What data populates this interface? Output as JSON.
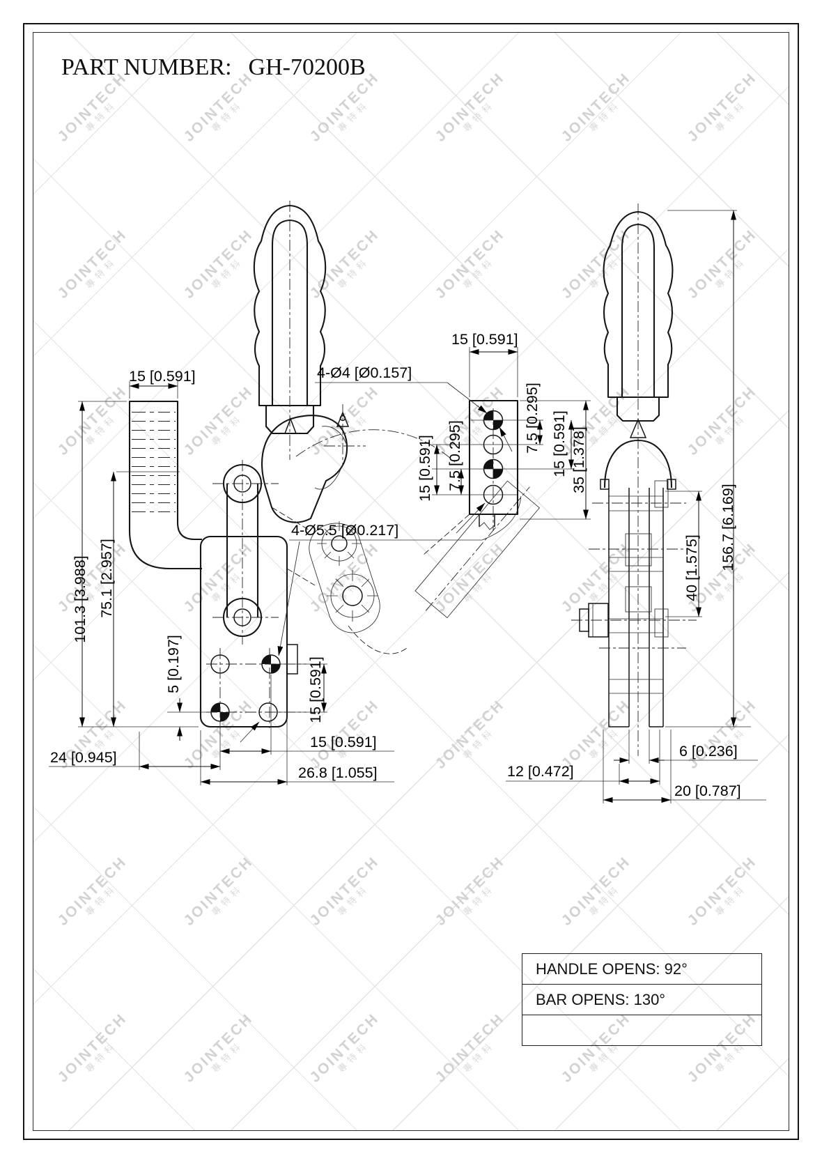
{
  "title": {
    "label": "PART NUMBER:",
    "value": "GH-70200B"
  },
  "watermark": {
    "text": "JOINTECH",
    "subtext": "專特科"
  },
  "drawing": {
    "front_view": {
      "dim_bar_width": "15 [0.591]",
      "dim_total_height": "101.3 [3.988]",
      "dim_pivot_height": "75.1 [2.957]",
      "dim_base_edge": "5 [0.197]",
      "dim_hole_spacing_v": "15 [0.591]",
      "dim_hole_spacing_h": "15 [0.591]",
      "dim_hole_offset": "24 [0.945]",
      "dim_base_width": "26.8 [1.055]",
      "label_mounting_holes": "4-Ø5.5 [Ø0.217]"
    },
    "detail_view": {
      "label_bar_holes": "4-Ø4 [Ø0.157]",
      "dim_bar_width": "15 [0.591]",
      "dim_hole_spacing_left": "15 [0.591]",
      "dim_hole_pitch_left": "7.5 [0.295]",
      "dim_hole_pitch_right": "7.5 [0.295]",
      "dim_hole_spacing_right": "15 [0.591]",
      "dim_bar_length": "35 [1.378]"
    },
    "side_view": {
      "dim_total_height": "156.7 [6.169]",
      "dim_body_height": "40 [1.575]",
      "dim_slot_width": "6 [0.236]",
      "dim_plate_span": "12 [0.472]",
      "dim_overall_width": "20 [0.787]"
    }
  },
  "spec_table": {
    "rows": [
      "HANDLE OPENS: 92°",
      "BAR OPENS: 130°",
      ""
    ]
  }
}
